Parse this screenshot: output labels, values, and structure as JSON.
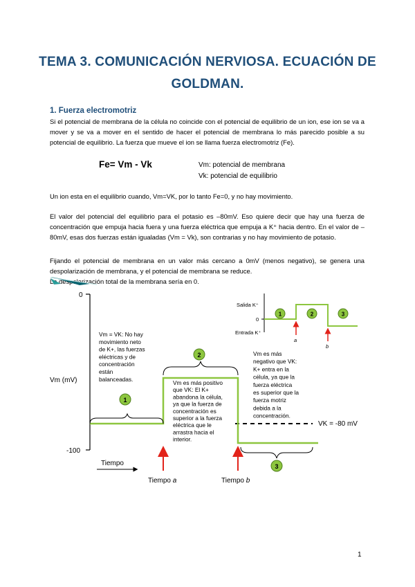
{
  "title_line1": "TEMA 3. COMUNICACIÓN NERVIOSA. ECUACIÓN DE",
  "title_line2": "GOLDMAN.",
  "section_heading": "1. Fuerza electromotriz",
  "p1": "Si el potencial de membrana de la célula no coincide con el potencial de equilibrio de un ion, ese ion se va a mover y se va a mover en el sentido de hacer el potencial de membrana lo más parecido posible a su potencial de equilibrio. La fuerza que mueve el ion se llama fuerza electromotriz (Fe).",
  "equation": "Fe= Vm - Vk",
  "eq_def1": "Vm: potencial de membrana",
  "eq_def2": "Vk: potencial de equilibrio",
  "p2": "Un ion esta en el equilibrio cuando, Vm=VK, por lo tanto Fe=0, y no hay movimiento.",
  "p3": "El valor del potencial del equilibrio para el potasio es –80mV. Eso quiere decir que hay una fuerza de concentración que empuja hacia fuera y una fuerza eléctrica que empuja a K⁺ hacia dentro. En el valor de –80mV, esas dos fuerzas están igualadas (Vm = Vk), son contrarias y no hay movimiento de potasio.",
  "p4a": "Fijando el potencial de membrana en un valor más cercano a 0mV (menos negativo), se genera una despolarización de membrana, y el potencial de membrana se reduce.",
  "p4b": "La despolarización total de la membrana sería en 0.",
  "diagram": {
    "y_top": "0",
    "y_bottom": "-100",
    "y_axis_label": "Vm (mV)",
    "x_axis_label": "Tiempo",
    "time_a": "Tiempo a",
    "time_b": "Tiempo b",
    "vk_label": "VK = -80 mV",
    "note1": [
      "Vm = VK: No hay",
      "movimiento neto",
      "de K+, las fuerzas",
      "eléctricas y de",
      "concentración",
      "están",
      "balanceadas."
    ],
    "note2": [
      "Vm es más positivo",
      "que VK: El K+",
      "abandona la célula,",
      "ya que la fuerza de",
      "concentración es",
      "superior a la fuerza",
      "eléctrica que le",
      "arrastra hacia el",
      "interior."
    ],
    "note3": [
      "Vm es más",
      "negativo que VK:",
      "K+ entra en la",
      "célula, ya que la",
      "fuerza eléctrica",
      "es superior que la",
      "fuerza motriz",
      "debida a la",
      "concentración."
    ],
    "badge1": "1",
    "badge2": "2",
    "badge3": "3",
    "inset_salida": "Salida K⁺",
    "inset_zero": "0",
    "inset_entrada": "Entrada K⁺",
    "inset_a": "a",
    "inset_b": "b",
    "accent_green": "#8dc63f",
    "arrow_red": "#e2231a"
  },
  "page_number": "1"
}
